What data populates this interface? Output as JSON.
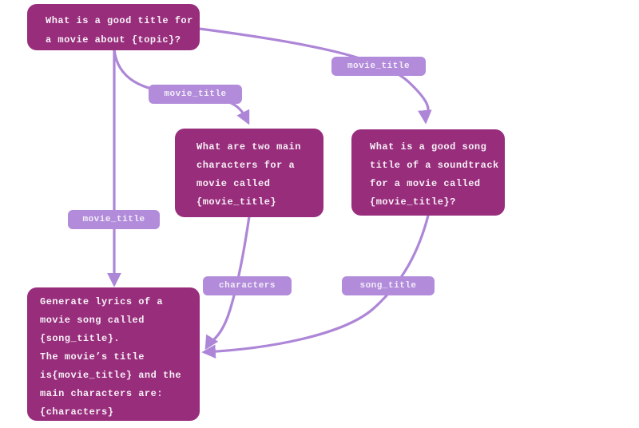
{
  "diagram": {
    "background_color": "#ffffff",
    "node_fill_color": "#982D7C",
    "node_text_color": "#F7F1F6",
    "edge_color": "#AD86D7",
    "edge_label_fill_color": "#B28BDB",
    "edge_label_text_color": "#F3EEF8",
    "nodes": [
      {
        "id": "movie-title-prompt",
        "text": "What is a good title for\na movie about {topic}?"
      },
      {
        "id": "characters-prompt",
        "text": "What are two main\ncharacters for a\nmovie called\n{movie_title}"
      },
      {
        "id": "song-title-prompt",
        "text": "What is a good song\ntitle of a soundtrack\nfor a movie called\n{movie_title}?"
      },
      {
        "id": "lyrics-prompt",
        "text": "Generate lyrics of a\nmovie song called\n{song_title}.\nThe movie’s title\nis{movie_title} and the\nmain characters are:\n{characters}"
      }
    ],
    "edge_labels": [
      {
        "id": "movie-title-to-characters",
        "text": "movie_title"
      },
      {
        "id": "movie-title-to-song",
        "text": "movie_title"
      },
      {
        "id": "movie-title-to-lyrics",
        "text": "movie_title"
      },
      {
        "id": "characters-to-lyrics",
        "text": "characters"
      },
      {
        "id": "song-title-to-lyrics",
        "text": "song_title"
      }
    ]
  }
}
